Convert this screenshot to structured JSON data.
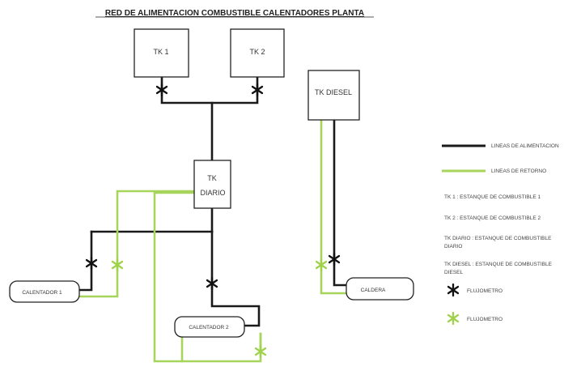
{
  "title": "RED DE ALIMENTACION COMBUSTIBLE CALENTADORES PLANTA",
  "tanks": {
    "tk1": "TK 1",
    "tk2": "TK 2",
    "tk_diesel": "TK DIESEL",
    "tk_diario_line1": "TK",
    "tk_diario_line2": "DIARIO"
  },
  "equipment": {
    "calentador1": "CALENTADOR 1",
    "calentador2": "CALENTADOR 2",
    "caldera": "CALDERA"
  },
  "legend": {
    "feed_line": "LINEAS DE ALIMENTACION",
    "return_line": "LINEAS DE RETORNO",
    "tk1_desc": "TK 1 : ESTANQUE DE COMBUSTIBLE 1",
    "tk2_desc": "TK 2 : ESTANQUE DE COMBUSTIBLE 2",
    "tk_diario_desc_1": "TK DIARIO : ESTANQUE DE COMBUSTIBLE",
    "tk_diario_desc_2": "DIARIO",
    "tk_diesel_desc_1": "TK DIESEL : ESTANQUE DE COMBUSTIBLE",
    "tk_diesel_desc_2": "DIESEL",
    "flowmeter_black": "FLUJOMETRO",
    "flowmeter_green": "FLUJOMETRO"
  },
  "colors": {
    "feed_line": "#1a1a1a",
    "return_line": "#a7d45a",
    "flowmeter_black": "#111111",
    "flowmeter_green": "#9fd24a"
  },
  "icons": {
    "flowmeter_black": "asterisk-icon",
    "flowmeter_green": "asterisk-icon"
  }
}
